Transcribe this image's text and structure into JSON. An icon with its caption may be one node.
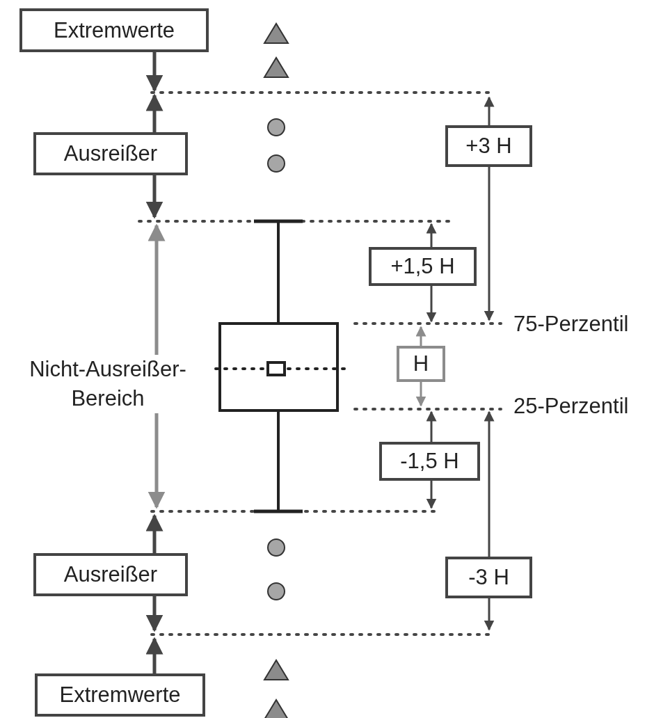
{
  "diagram": {
    "nodes": [
      {
        "text": [
          "Extremwerte"
        ]
      },
      {
        "text": [
          "Ausreißer"
        ]
      },
      {
        "text": [
          "+3 H"
        ]
      },
      {
        "text": [
          "+1,5 H"
        ]
      },
      {
        "text": [
          "H"
        ]
      },
      {
        "text": [
          "Nicht-Ausreißer-Bereich"
        ]
      },
      {
        "text": [
          "-1,5 H"
        ]
      },
      {
        "text": [
          "Ausreißer"
        ]
      },
      {
        "text": [
          "-3 H"
        ]
      },
      {
        "text": [
          "Extremwerte"
        ]
      }
    ],
    "edges": [
      {
        "from": 0,
        "to": null,
        "arrow": "to"
      },
      {
        "from": 1,
        "to": null,
        "arrow": "to"
      },
      {
        "from": 1,
        "to": null,
        "arrow": "to"
      },
      {
        "from": 5,
        "to": null,
        "arrow": "to",
        "color": "#8c8c8c"
      },
      {
        "from": 5,
        "to": null,
        "arrow": "to",
        "color": "#8c8c8c"
      },
      {
        "from": 7,
        "to": null,
        "arrow": "to"
      },
      {
        "from": 7,
        "to": null,
        "arrow": "to"
      },
      {
        "from": 9,
        "to": null,
        "arrow": "to"
      }
    ],
    "labels": [
      "75-Perzentil",
      "25-Perzentil"
    ]
  }
}
